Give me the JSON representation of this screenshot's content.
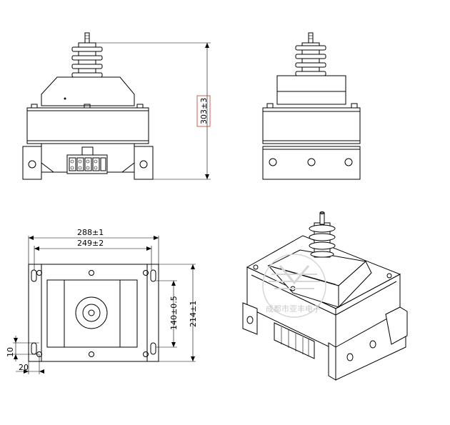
{
  "drawing": {
    "dimensions": {
      "height": "303±3",
      "outer_width": "288±1",
      "inner_width": "249±2",
      "mount_spacing": "140±0.5",
      "overall_depth": "214±1",
      "hole_dia": "10",
      "edge_offset": "20"
    },
    "watermark": {
      "company": "成都市亚丰电子"
    },
    "colors": {
      "line": "#000000",
      "dimension": "#c0392b",
      "watermark": "#c9c9c9"
    }
  }
}
